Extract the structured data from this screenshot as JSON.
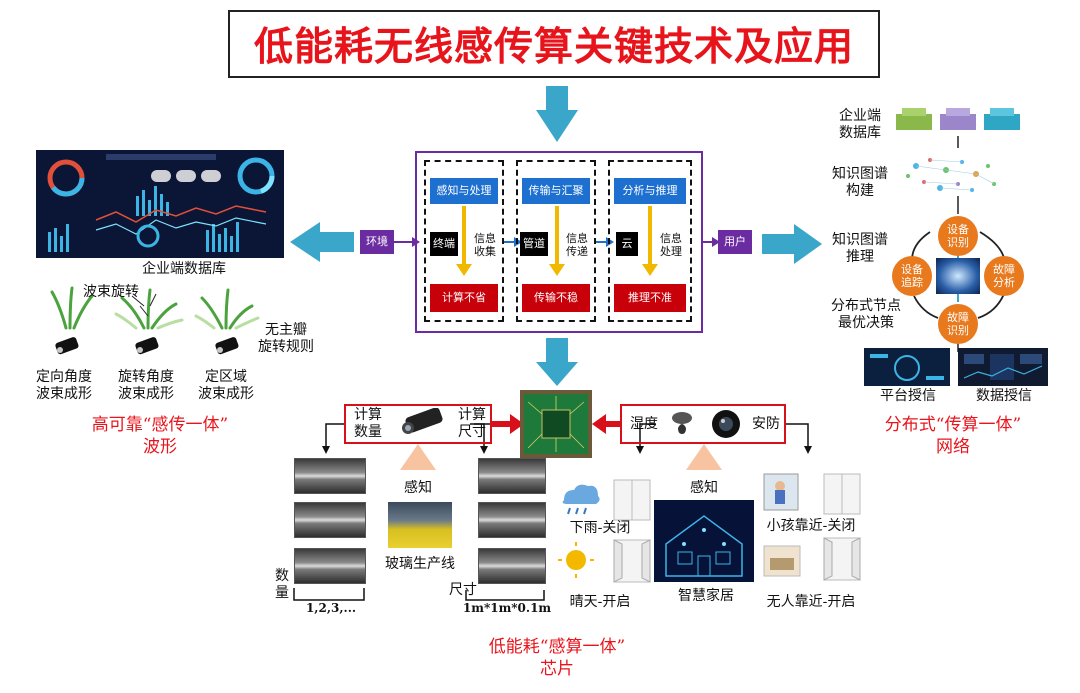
{
  "title": "低能耗无线感传算关键技术及应用",
  "center": {
    "env_label": "环境",
    "user_label": "用户",
    "columns": [
      {
        "header": "感知与处理",
        "node": "终端",
        "flow_label": "信息\n收集",
        "problem": "计算不省"
      },
      {
        "header": "传输与汇聚",
        "node": "管道",
        "flow_label": "信息\n传递",
        "problem": "传输不稳"
      },
      {
        "header": "分析与推理",
        "node": "云",
        "flow_label": "信息\n处理",
        "problem": "推理不准"
      }
    ]
  },
  "left": {
    "dashboard_caption": "企业端数据库",
    "beam_rotate_label": "波束旋转",
    "no_main_lobe_label": "无主瓣\n旋转规则",
    "beam_items": [
      {
        "label": "定向角度\n波束成形"
      },
      {
        "label": "旋转角度\n波束成形"
      },
      {
        "label": "定区域\n波束成形"
      }
    ],
    "caption": "高可靠“感传一体”\n波形"
  },
  "right": {
    "steps": [
      {
        "label": "企业端\n数据库"
      },
      {
        "label": "知识图谱\n构建"
      },
      {
        "label": "知识图谱\n推理"
      },
      {
        "label": "分布式节点\n最优决策"
      }
    ],
    "cycle": [
      {
        "label": "设备\n识别"
      },
      {
        "label": "设备\n追踪"
      },
      {
        "label": "故障\n分析"
      },
      {
        "label": "故障\n识别"
      }
    ],
    "platform_caption": "平台授信",
    "data_caption": "数据授信",
    "caption": "分布式“传算一体”\n网络"
  },
  "bottom": {
    "left_box": {
      "calc_count": "计算\n数量",
      "calc_size": "计算\n尺寸"
    },
    "right_box": {
      "humidity": "湿度",
      "security": "安防"
    },
    "perception_left": "感知",
    "glass_line": "玻璃生产线",
    "count_label": "数\n量",
    "count_values": "1,2,3,...",
    "size_label": "尺寸",
    "size_values": "1m*1m*0.1m",
    "perception_right": "感知",
    "smart_home": "智慧家居",
    "rain_close": "下雨-关闭",
    "sunny_open": "晴天-开启",
    "child_close": "小孩靠近-关闭",
    "nobody_open": "无人靠近-开启",
    "caption": "低能耗“感算一体”\n芯片"
  },
  "colors": {
    "title_red": "#e8141b",
    "arrow_teal": "#3aa6c9",
    "purple": "#6a2ca0",
    "blue": "#1d6fd0",
    "dark_red": "#c8000a",
    "orange": "#e8791d"
  }
}
